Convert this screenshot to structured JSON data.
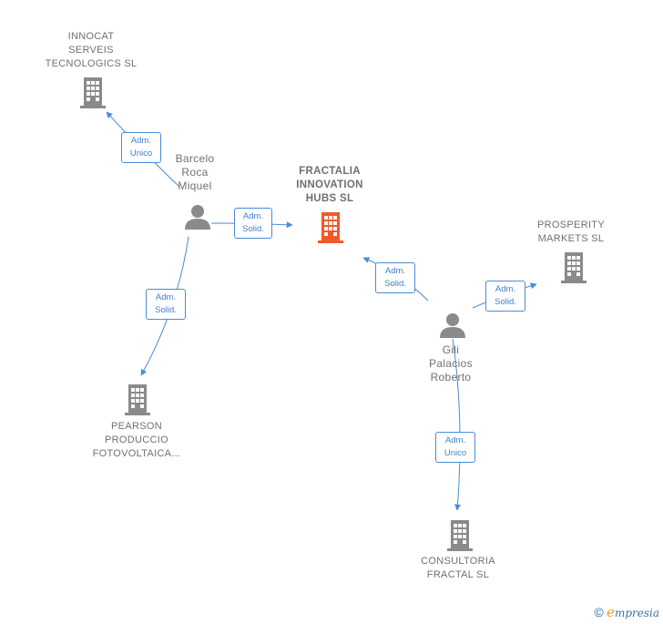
{
  "nodes": {
    "innocat": "INNOCAT\nSERVEIS\nTECNOLOGICS SL",
    "barcelo": "Barcelo\nRoca\nMiquel",
    "fractalia": "FRACTALIA\nINNOVATION\nHUBS  SL",
    "prosperity": "PROSPERITY\nMARKETS  SL",
    "gili": "Gili\nPalacios\nRoberto",
    "pearson": "PEARSON\nPRODUCCIO\nFOTOVOLTAICA...",
    "consultoria": "CONSULTORIA\nFRACTAL SL"
  },
  "edges": {
    "barcelo_innocat": "Adm.\nUnico",
    "barcelo_fractalia": "Adm.\nSolid.",
    "barcelo_pearson": "Adm.\nSolid.",
    "gili_fractalia": "Adm.\nSolid.",
    "gili_prosperity": "Adm.\nSolid.",
    "gili_consultoria": "Adm.\nUnico"
  },
  "colors": {
    "main_company": "#f0592a",
    "company": "#8a8a8a",
    "person": "#8a8a8a",
    "edge": "#4a8cd6"
  },
  "footer": {
    "copyright": "©",
    "brand_initial": "e",
    "brand_rest": "mpresia"
  }
}
